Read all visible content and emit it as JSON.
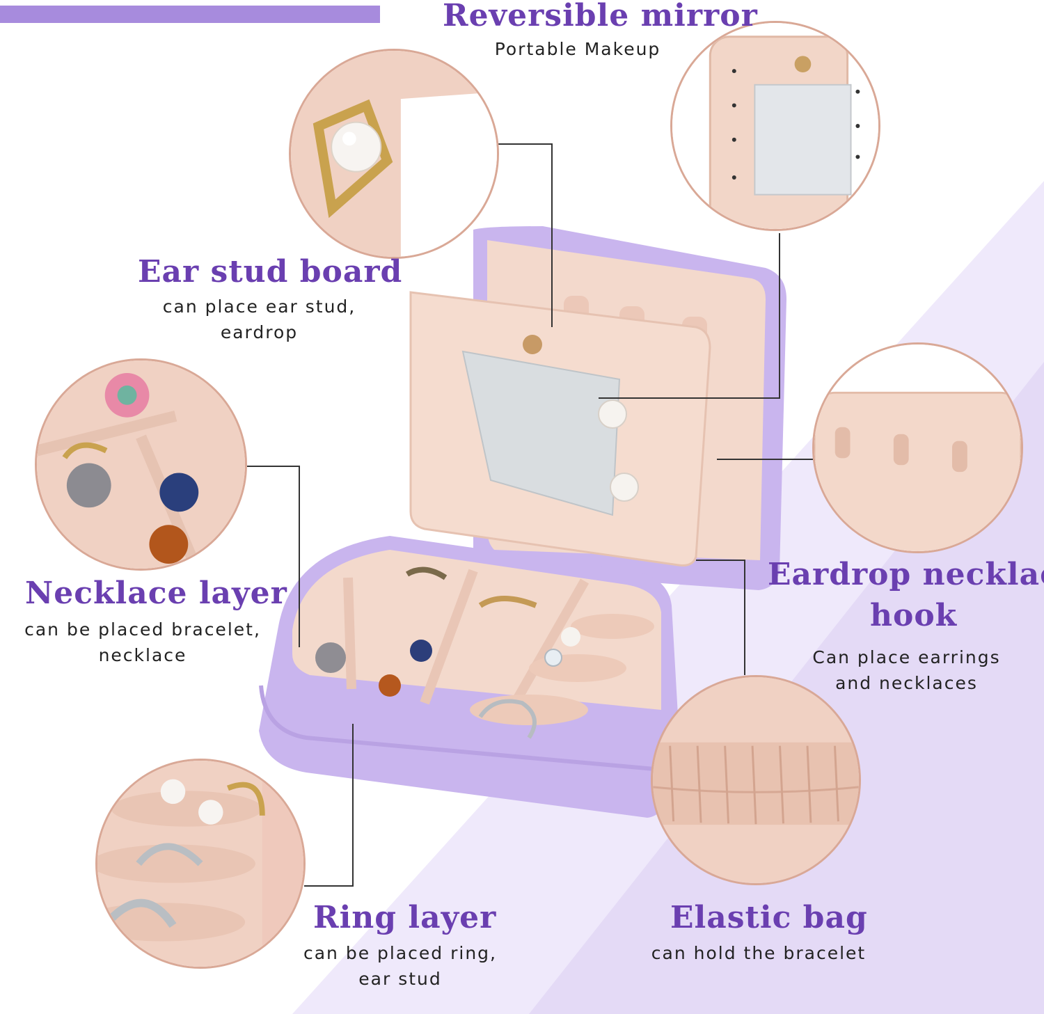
{
  "labels": {
    "mirror": {
      "title": "Reversible mirror",
      "line1": "Portable Makeup"
    },
    "ear_stud": {
      "title": "Ear stud board",
      "line1": "can place ear stud,",
      "line2": "eardrop"
    },
    "necklace": {
      "title": "Necklace layer",
      "line1": "can be placed bracelet,",
      "line2": "necklace"
    },
    "eardrop": {
      "title_line1": "Eardrop necklace",
      "title_line2": "hook",
      "line1": "Can place earrings",
      "line2": "and necklaces"
    },
    "ring": {
      "title": "Ring layer",
      "line1": "can be placed ring,",
      "line2": "ear stud"
    },
    "elastic": {
      "title": "Elastic bag",
      "line1": "can hold the bracelet"
    }
  },
  "colors": {
    "accent_purple": "#6a3fb0",
    "bar_purple": "#a78bdd",
    "case_lavender": "#c9b5ee",
    "velvet_pink": "#f0d3c5",
    "circle_border": "#d9a896"
  }
}
